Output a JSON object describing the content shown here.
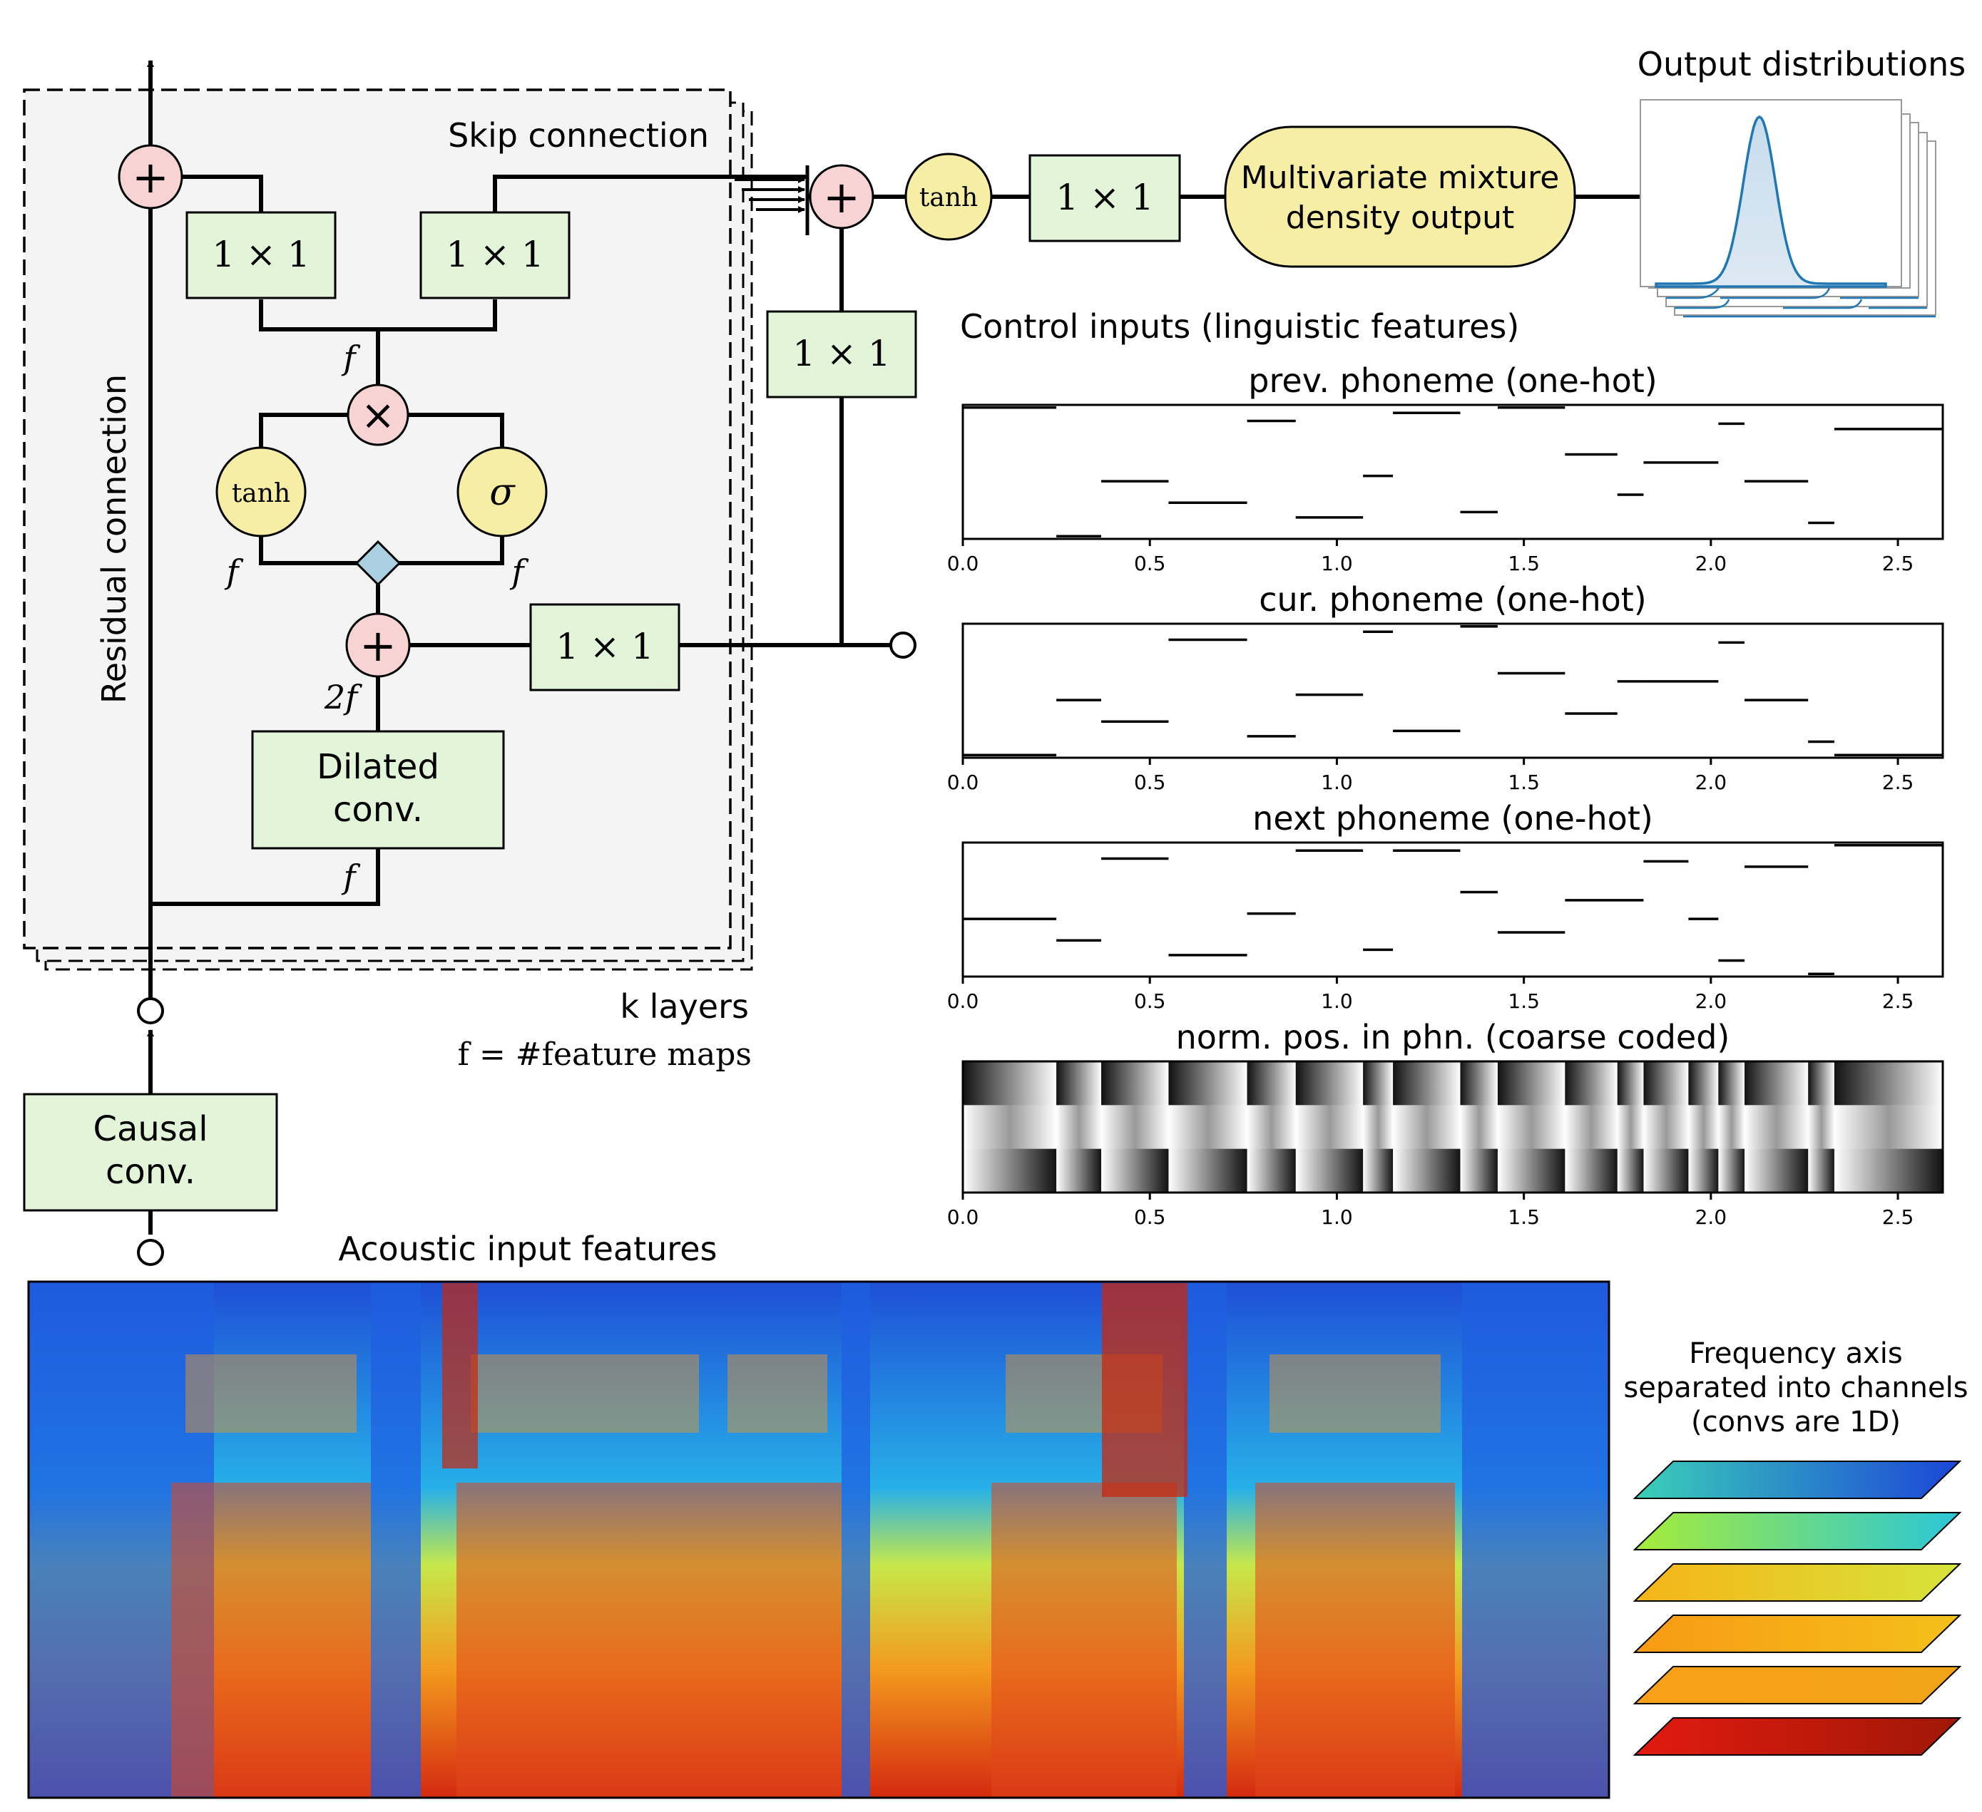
{
  "block": {
    "skip_label": "Skip connection",
    "residual_label": "Residual connection",
    "k_layers": "k layers",
    "f_note": "f = #feature maps",
    "conv1x1": "1 × 1",
    "tanh": "tanh",
    "sigma": "σ",
    "plus": "+",
    "times": "×",
    "f": "f",
    "two_f": "2f",
    "dilated_line1": "Dilated",
    "dilated_line2": "conv.",
    "causal_line1": "Causal",
    "causal_line2": "conv."
  },
  "output": {
    "mixture_line1": "Multivariate mixture",
    "mixture_line2": "density output",
    "distributions_title": "Output distributions"
  },
  "control": {
    "title": "Control inputs (linguistic features)",
    "x_ticks": [
      "0.0",
      "0.5",
      "1.0",
      "1.5",
      "2.0",
      "2.5"
    ],
    "plots": [
      {
        "title": "prev. phoneme (one-hot)"
      },
      {
        "title": "cur. phoneme (one-hot)"
      },
      {
        "title": "next phoneme (one-hot)"
      },
      {
        "title": "norm. pos. in phn. (coarse coded)"
      }
    ]
  },
  "acoustic": {
    "title": "Acoustic input features"
  },
  "freq": {
    "line1": "Frequency axis",
    "line2": "separated into channels",
    "line3": "(convs are 1D)"
  },
  "colors": {
    "green_box": "#e2f5d9",
    "op_pink": "#f8d3d3",
    "act_yellow": "#f7eea6",
    "diamond_blue": "#a9cfe0",
    "panel_gray": "#f4f4f4",
    "curve_blue": "#1f77b4"
  },
  "chart_data": [
    {
      "type": "line",
      "title": "prev. phoneme (one-hot)",
      "xlim": [
        0,
        2.6
      ],
      "segments": [
        [
          0.0,
          0.25,
          0.98
        ],
        [
          0.25,
          0.37,
          0.02
        ],
        [
          0.37,
          0.55,
          0.43
        ],
        [
          0.55,
          0.76,
          0.27
        ],
        [
          0.76,
          0.89,
          0.88
        ],
        [
          0.89,
          1.07,
          0.16
        ],
        [
          1.07,
          1.15,
          0.47
        ],
        [
          1.15,
          1.33,
          0.94
        ],
        [
          1.33,
          1.43,
          0.2
        ],
        [
          1.43,
          1.61,
          0.98
        ],
        [
          1.61,
          1.75,
          0.63
        ],
        [
          1.75,
          1.82,
          0.33
        ],
        [
          1.82,
          2.02,
          0.57
        ],
        [
          2.02,
          2.09,
          0.86
        ],
        [
          2.09,
          2.26,
          0.43
        ],
        [
          2.26,
          2.33,
          0.12
        ],
        [
          2.33,
          2.62,
          0.82
        ]
      ]
    },
    {
      "type": "line",
      "title": "cur. phoneme (one-hot)",
      "xlim": [
        0,
        2.6
      ],
      "segments": [
        [
          0.0,
          0.25,
          0.02
        ],
        [
          0.25,
          0.37,
          0.43
        ],
        [
          0.37,
          0.55,
          0.27
        ],
        [
          0.55,
          0.76,
          0.88
        ],
        [
          0.76,
          0.89,
          0.16
        ],
        [
          0.89,
          1.07,
          0.47
        ],
        [
          1.07,
          1.15,
          0.94
        ],
        [
          1.15,
          1.33,
          0.2
        ],
        [
          1.33,
          1.43,
          0.98
        ],
        [
          1.43,
          1.61,
          0.63
        ],
        [
          1.61,
          1.75,
          0.33
        ],
        [
          1.75,
          1.82,
          0.57
        ],
        [
          1.82,
          2.02,
          0.57
        ],
        [
          2.02,
          2.09,
          0.86
        ],
        [
          2.09,
          2.26,
          0.43
        ],
        [
          2.26,
          2.33,
          0.12
        ],
        [
          2.33,
          2.62,
          0.02
        ]
      ]
    },
    {
      "type": "line",
      "title": "next phoneme (one-hot)",
      "xlim": [
        0,
        2.6
      ],
      "segments": [
        [
          0.0,
          0.25,
          0.43
        ],
        [
          0.25,
          0.37,
          0.27
        ],
        [
          0.37,
          0.55,
          0.88
        ],
        [
          0.55,
          0.76,
          0.16
        ],
        [
          0.76,
          0.89,
          0.47
        ],
        [
          0.89,
          1.07,
          0.94
        ],
        [
          1.07,
          1.15,
          0.2
        ],
        [
          1.15,
          1.33,
          0.94
        ],
        [
          1.33,
          1.43,
          0.63
        ],
        [
          1.43,
          1.61,
          0.33
        ],
        [
          1.61,
          1.82,
          0.57
        ],
        [
          1.82,
          1.94,
          0.86
        ],
        [
          1.94,
          2.02,
          0.43
        ],
        [
          2.02,
          2.09,
          0.12
        ],
        [
          2.09,
          2.26,
          0.82
        ],
        [
          2.26,
          2.33,
          0.02
        ],
        [
          2.33,
          2.62,
          0.98
        ]
      ]
    },
    {
      "type": "heatmap",
      "title": "norm. pos. in phn. (coarse coded)",
      "xlim": [
        0,
        2.6
      ],
      "rows": 3,
      "boundaries": [
        0.0,
        0.25,
        0.37,
        0.55,
        0.76,
        0.89,
        1.07,
        1.15,
        1.33,
        1.43,
        1.61,
        1.75,
        1.82,
        1.94,
        2.02,
        2.09,
        2.26,
        2.33,
        2.62
      ]
    },
    {
      "type": "line",
      "title": "Output distributions",
      "series": [
        {
          "shape": "gaussian",
          "mean": 0.45,
          "std": 0.07
        }
      ]
    }
  ]
}
